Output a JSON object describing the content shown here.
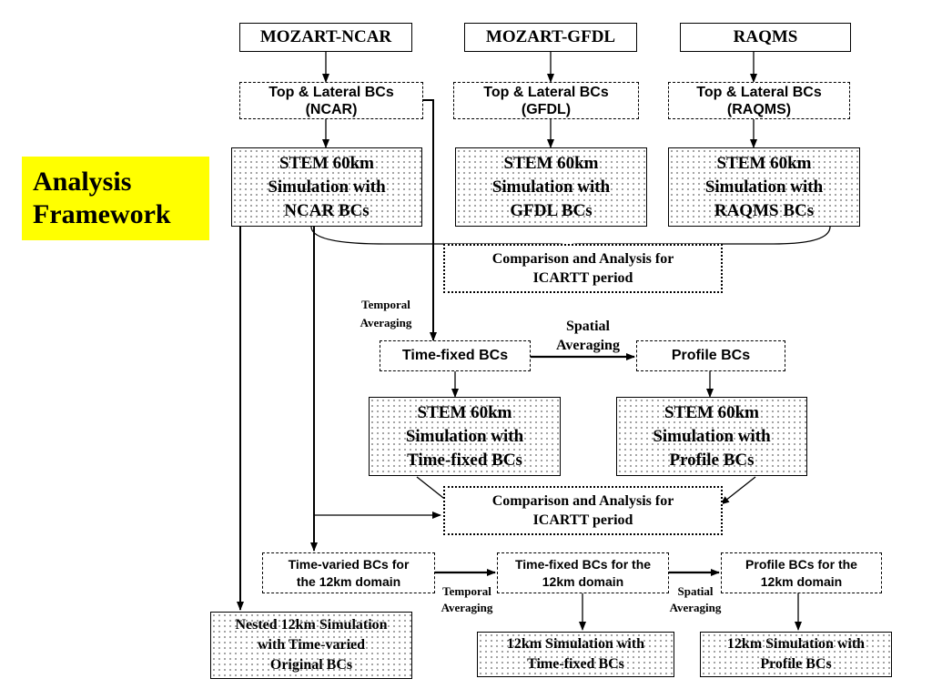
{
  "title": [
    "Analysis",
    "Framework"
  ],
  "sources": {
    "ncar": "MOZART-NCAR",
    "gfdl": "MOZART-GFDL",
    "raqms": "RAQMS"
  },
  "bcs": {
    "ncar": [
      "Top & Lateral BCs",
      "(NCAR)"
    ],
    "gfdl": [
      "Top & Lateral BCs",
      "(GFDL)"
    ],
    "raqms": [
      "Top & Lateral BCs",
      "(RAQMS)"
    ]
  },
  "stem": {
    "ncar": [
      "STEM 60km",
      "Simulation with",
      "NCAR BCs"
    ],
    "gfdl": [
      "STEM 60km",
      "Simulation with",
      "GFDL BCs"
    ],
    "raqms": [
      "STEM 60km",
      "Simulation with",
      "RAQMS BCs"
    ],
    "timefixed": [
      "STEM 60km",
      "Simulation with",
      "Time-fixed BCs"
    ],
    "profile": [
      "STEM 60km",
      "Simulation with",
      "Profile BCs"
    ]
  },
  "comparison": [
    "Comparison and Analysis for",
    "ICARTT period"
  ],
  "time_fixed_bcs": "Time-fixed BCs",
  "profile_bcs": "Profile BCs",
  "labels": {
    "temporal_averaging": [
      "Temporal",
      "Averaging"
    ],
    "spatial_averaging": [
      "Spatial",
      "Averaging"
    ]
  },
  "domain12": {
    "time_varied": [
      "Time-varied BCs for",
      "the 12km domain"
    ],
    "time_fixed": [
      "Time-fixed BCs for the",
      "12km domain"
    ],
    "profile": [
      "Profile BCs for the",
      "12km domain"
    ]
  },
  "sim12": {
    "nested": [
      "Nested 12km Simulation",
      "with Time-varied",
      "Original  BCs"
    ],
    "timefixed": [
      "12km Simulation with",
      "Time-fixed BCs"
    ],
    "profile": [
      "12km Simulation with",
      "Profile BCs"
    ]
  }
}
